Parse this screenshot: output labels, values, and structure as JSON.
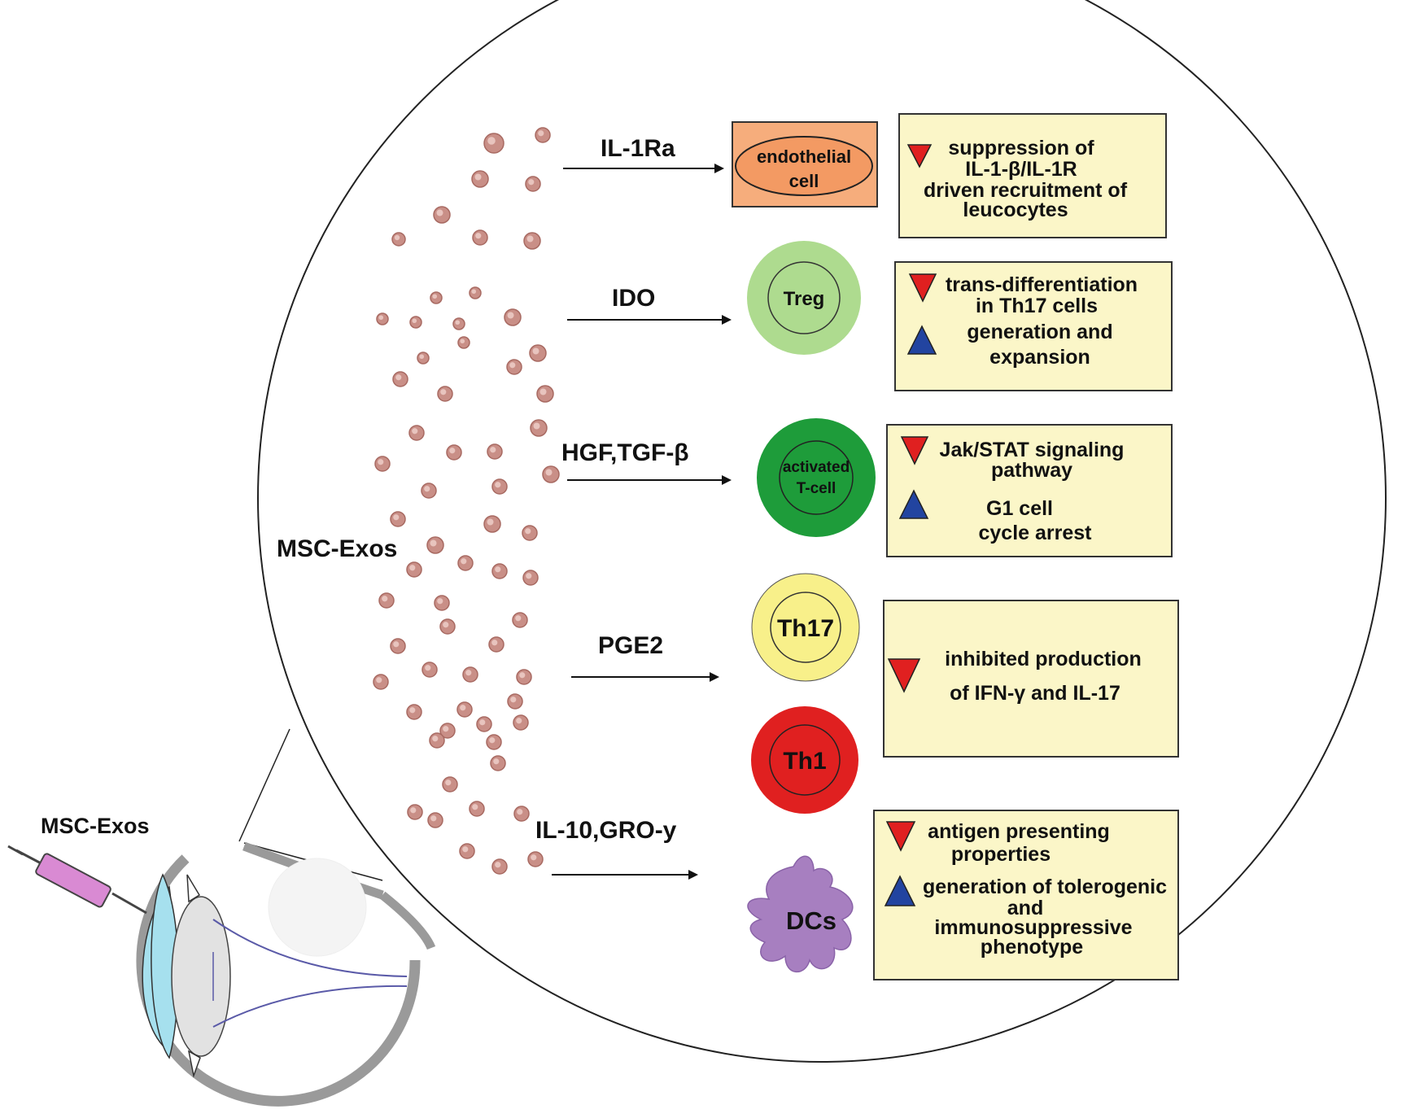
{
  "exosome_label": "MSC-Exos",
  "syringe_label": "MSC-Exos",
  "pathways": [
    {
      "molecule": "IL-1Ra",
      "cells": [
        {
          "label_lines": [
            "endothelial",
            "cell"
          ]
        }
      ],
      "effects": [
        {
          "direction": "down",
          "lines": [
            "suppression of",
            "IL-1-β/IL-1R",
            "driven recruitment of",
            "leucocytes"
          ]
        }
      ]
    },
    {
      "molecule": "IDO",
      "cells": [
        {
          "label_lines": [
            "Treg"
          ]
        }
      ],
      "effects": [
        {
          "direction": "down",
          "lines": [
            "trans-differentiation",
            "in Th17 cells"
          ]
        },
        {
          "direction": "up",
          "lines": [
            "generation and",
            "expansion"
          ]
        }
      ]
    },
    {
      "molecule": "HGF,TGF-β",
      "cells": [
        {
          "label_lines": [
            "activated",
            "T-cell"
          ]
        }
      ],
      "effects": [
        {
          "direction": "down",
          "lines": [
            "Jak/STAT signaling",
            "pathway"
          ]
        },
        {
          "direction": "up",
          "lines": [
            "G1 cell",
            "cycle arrest"
          ]
        }
      ]
    },
    {
      "molecule": "PGE2",
      "cells": [
        {
          "label_lines": [
            "Th17"
          ]
        },
        {
          "label_lines": [
            "Th1"
          ]
        }
      ],
      "effects": [
        {
          "direction": "down",
          "lines": [
            "inhibited production",
            "of IFN-γ and IL-17"
          ]
        }
      ]
    },
    {
      "molecule": "IL-10,GRO-y",
      "cells": [
        {
          "label_lines": [
            "DCs"
          ]
        }
      ],
      "effects": [
        {
          "direction": "down",
          "lines": [
            "antigen  presenting",
            "properties"
          ]
        },
        {
          "direction": "up",
          "lines": [
            "generation of tolerogenic",
            "and",
            "immunosuppressive",
            "phenotype"
          ]
        }
      ]
    }
  ],
  "colors": {
    "exosome": "#c98f87",
    "endothelial_box": "#f6ad7c",
    "treg": "#aedb8f",
    "activated_tcell": "#1e9c3a",
    "th17": "#f8f08a",
    "th1": "#e02020",
    "dc": "#a77fc0",
    "effect_box": "#fbf6c8",
    "down_marker": "#e02020",
    "up_marker": "#2244a0",
    "cornea": "#a6e0ee",
    "eye_wall": "#9a9a9a",
    "syringe": "#d98ad3"
  },
  "icons": {
    "down": "red-down-triangle-icon",
    "up": "blue-up-triangle-icon"
  }
}
